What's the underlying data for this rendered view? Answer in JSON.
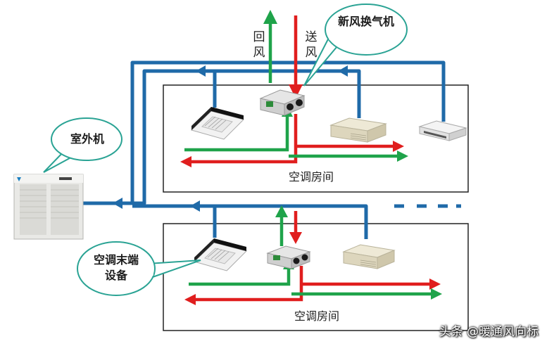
{
  "labels": {
    "return_air": "回风",
    "supply_air": "送风",
    "fresh_air_unit": "新风换气机",
    "outdoor_unit": "室外机",
    "terminal_equipment": "空调末端设备",
    "room_upper": "空调房间",
    "room_lower": "空调房间",
    "watermark": "头条 @暖通风向标"
  },
  "colors": {
    "refrigerant_pipe": "#1f6aa8",
    "supply_air_arrow": "#e01e1e",
    "return_air_arrow": "#1fa34a",
    "room_border": "#222222",
    "bubble_border": "#2aa394"
  },
  "icons": [
    "outdoor-unit-icon",
    "cassette-unit-icon",
    "fresh-air-unit-icon",
    "ceiling-unit-icon",
    "wall-unit-icon"
  ]
}
